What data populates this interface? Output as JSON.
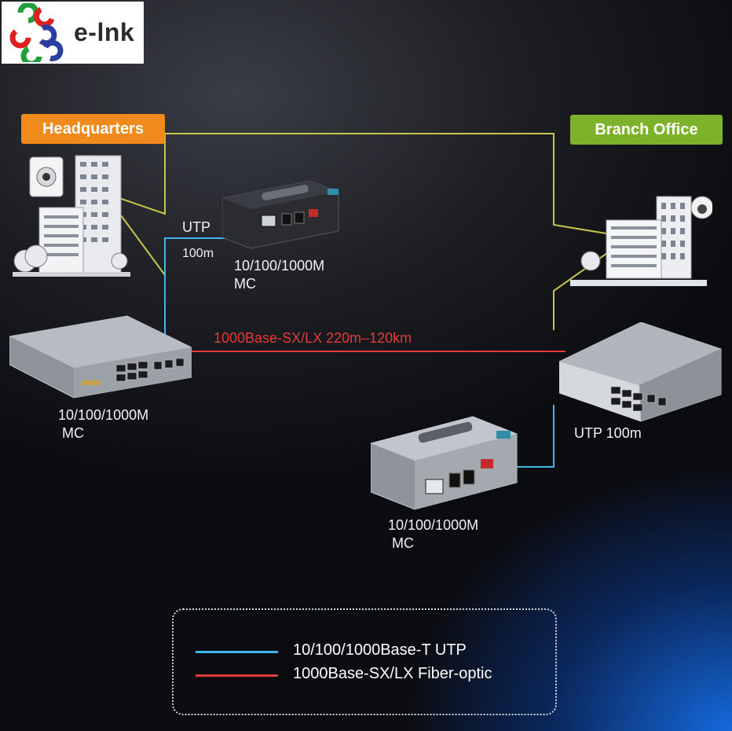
{
  "brand": {
    "name": "e-lnk"
  },
  "sites": {
    "headquarters": "Headquarters",
    "branch_office": "Branch Office"
  },
  "links": {
    "hq_utp_line1": "UTP",
    "hq_utp_line2": "100m",
    "fiber": "1000Base-SX/LX 220m–120km",
    "branch_utp": "UTP 100m"
  },
  "devices": {
    "mc_top_line1": "10/100/1000M",
    "mc_top_line2": "MC",
    "mc_left_line1": "10/100/1000M",
    "mc_left_line2": "MC",
    "mc_bottom_line1": "10/100/1000M",
    "mc_bottom_line2": "MC"
  },
  "legend": {
    "items": [
      {
        "label": "10/100/1000Base-T UTP",
        "color": "#3fb6f0"
      },
      {
        "label": "1000Base-SX/LX Fiber-optic",
        "color": "#e23b3b"
      }
    ]
  },
  "colors": {
    "utp": "#3fb6f0",
    "fiber": "#e23b3b",
    "trunk": "#c9c44a",
    "hq_tag": "#f08a1c",
    "branch_tag": "#7db32a"
  }
}
